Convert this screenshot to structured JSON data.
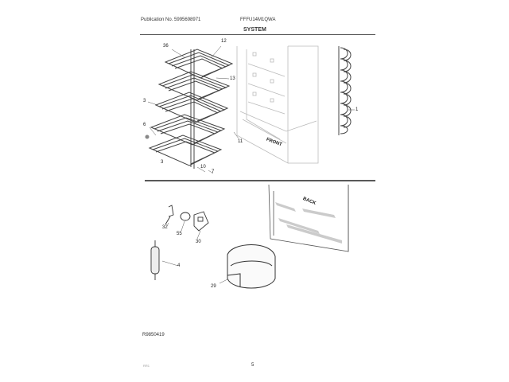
{
  "header": {
    "publication": "Publication No. 5995698971",
    "model": "FFFU14M1QWA",
    "section_title": "SYSTEM"
  },
  "callouts": {
    "c36": "36",
    "c12": "12",
    "c13": "13",
    "c3a": "3",
    "c6": "6",
    "c3b": "3",
    "c10": "10",
    "c7": "7",
    "c11": "11",
    "c1": "1",
    "c32": "32",
    "c55": "55",
    "c30": "30",
    "c4": "4",
    "c29": "29"
  },
  "labels": {
    "front": "FRONT",
    "back": "BACK"
  },
  "footer": {
    "reference": "R9850419",
    "page": "5",
    "small_code": "RR1"
  }
}
